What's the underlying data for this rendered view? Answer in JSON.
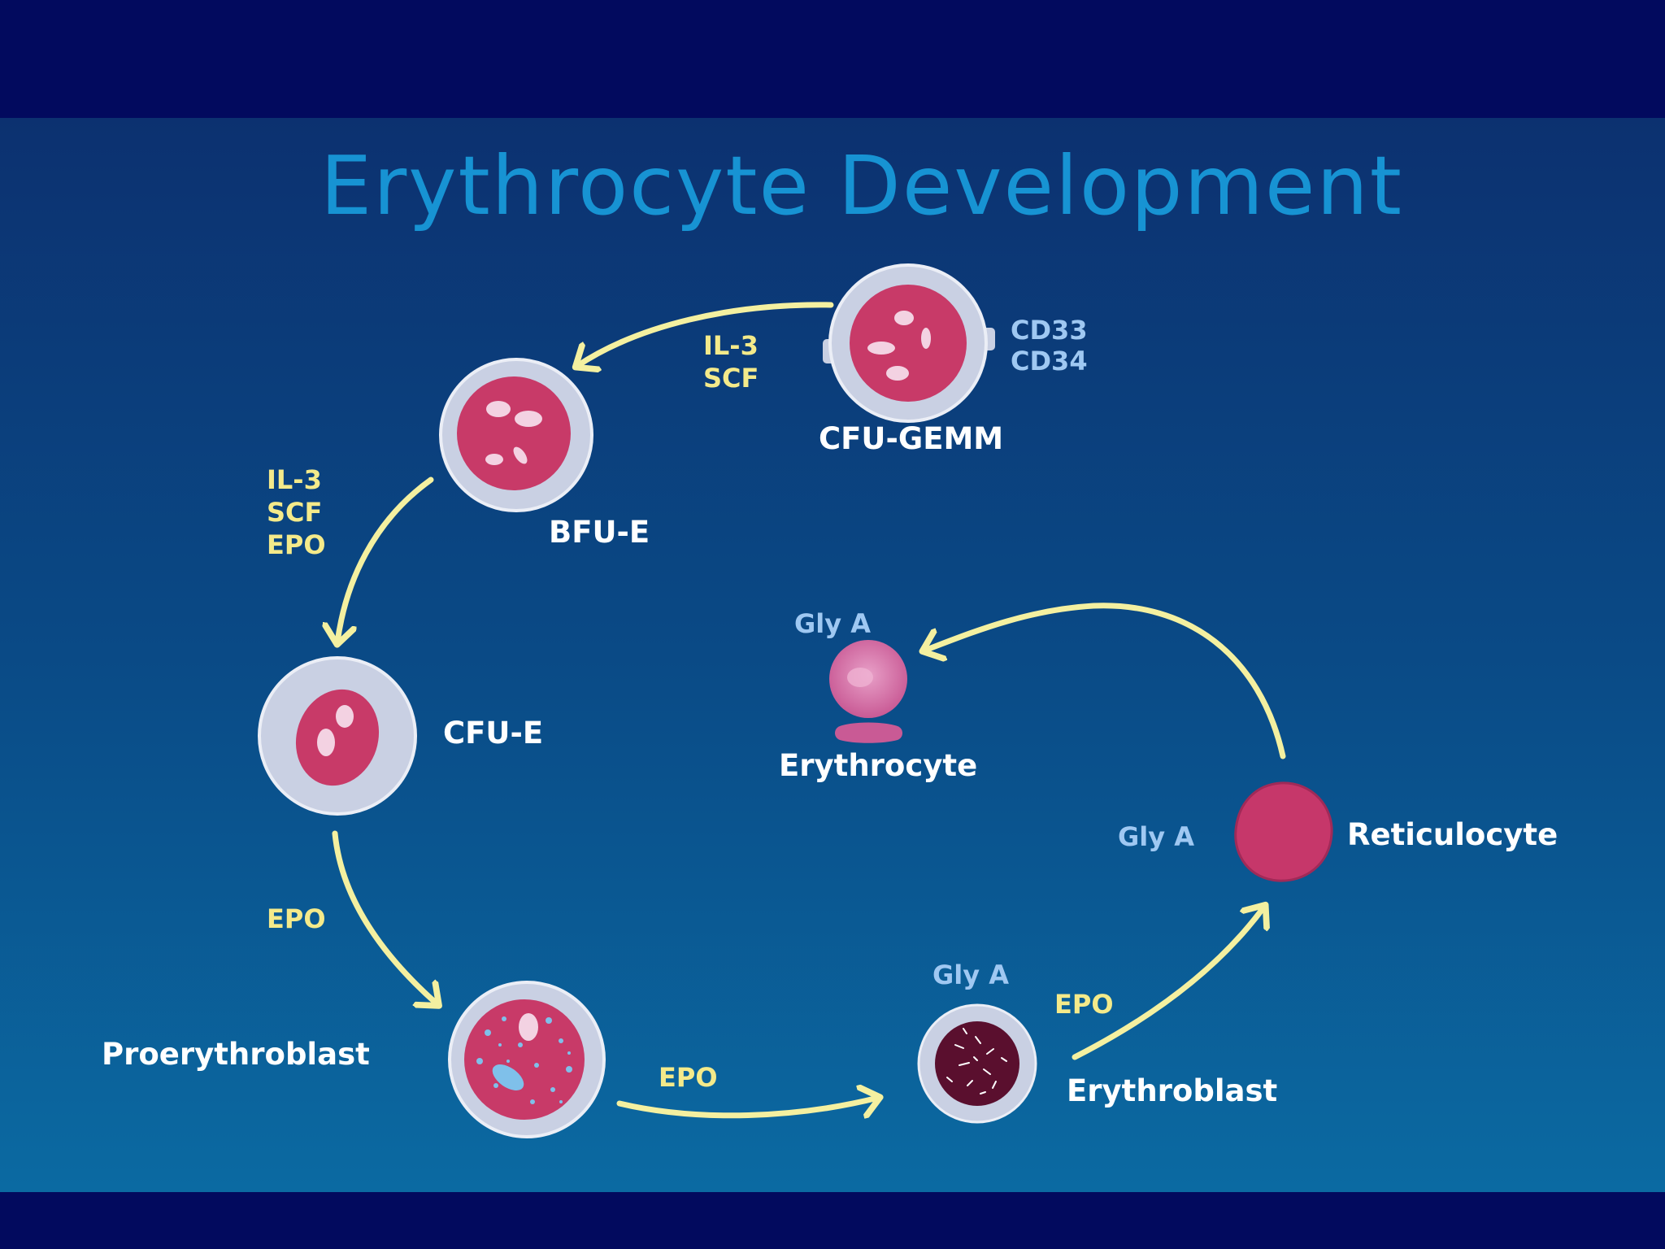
{
  "title": "Erythrocyte Development",
  "colors": {
    "background_top": "#0c3170",
    "background_bottom": "#0b6aa2",
    "title": "#1793d3",
    "arrow": "#f4f0a0",
    "factor_text": "#f4ea8a",
    "marker_text": "#9fc8f2",
    "cell_name_text": "#ffffff",
    "cytoplasm": "#c9d0e3",
    "nucleus": "#c83a68",
    "erythroblast_nucleus": "#5a0f2e"
  },
  "cells": {
    "cfu_gemm": {
      "name": "CFU-GEMM",
      "markers": [
        "CD33",
        "CD34"
      ]
    },
    "bfu_e": {
      "name": "BFU-E"
    },
    "cfu_e": {
      "name": "CFU-E"
    },
    "proerythroblast": {
      "name": "Proerythroblast"
    },
    "erythroblast": {
      "name": "Erythroblast",
      "marker": "Gly A"
    },
    "reticulocyte": {
      "name": "Reticulocyte",
      "marker": "Gly A"
    },
    "erythrocyte": {
      "name": "Erythrocyte",
      "marker": "Gly A"
    }
  },
  "transitions": {
    "cfu_gemm_to_bfu_e": [
      "IL-3",
      "SCF"
    ],
    "bfu_e_to_cfu_e": [
      "IL-3",
      "SCF",
      "EPO"
    ],
    "cfu_e_to_proerythroblast": [
      "EPO"
    ],
    "proerythroblast_to_erythroblast": [
      "EPO"
    ],
    "erythroblast_to_reticulocyte": [
      "EPO"
    ],
    "reticulocyte_to_erythrocyte": []
  }
}
